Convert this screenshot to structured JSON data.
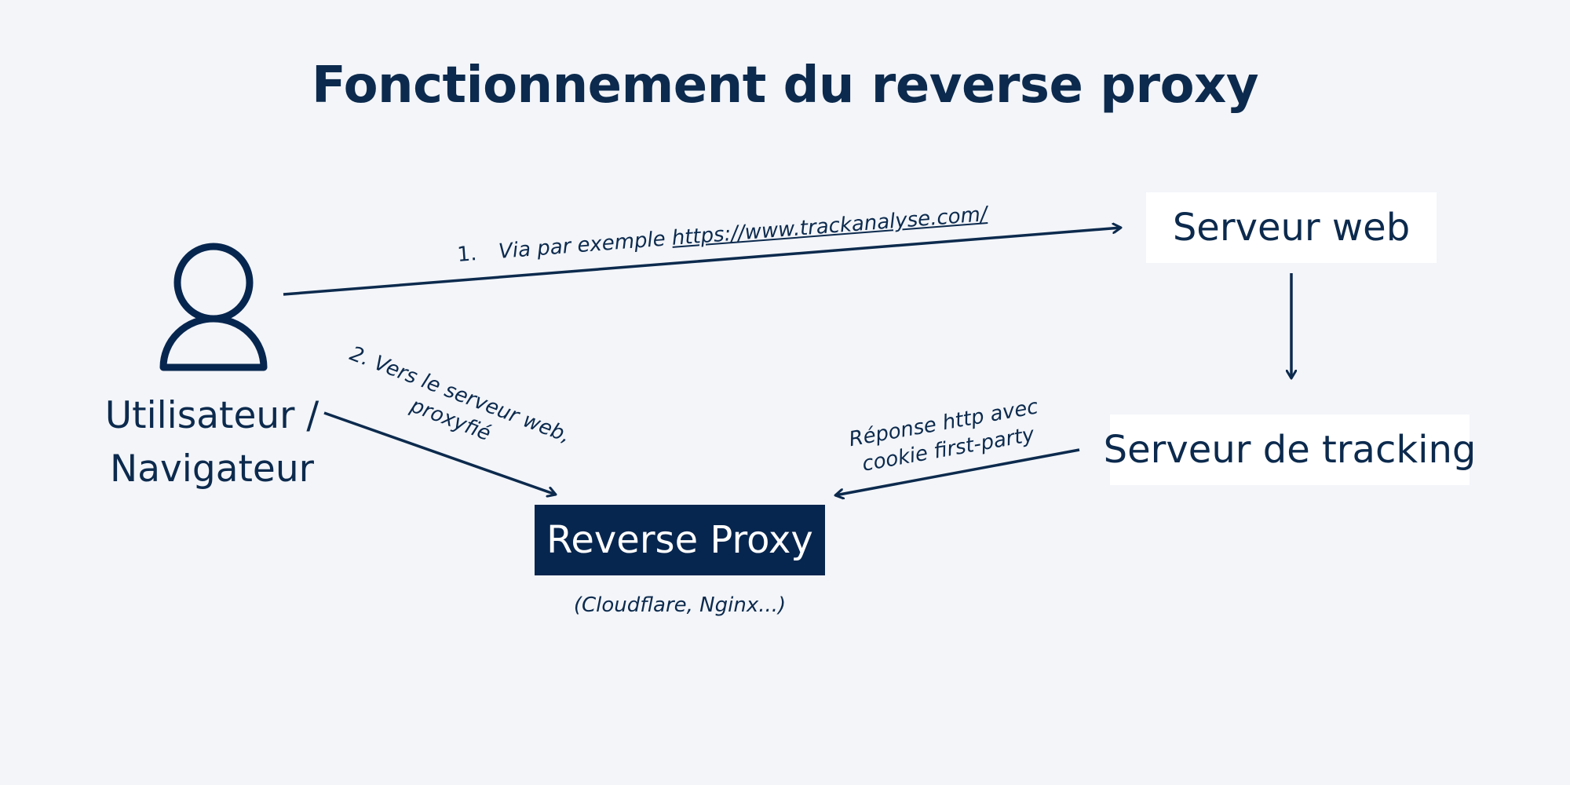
{
  "title": "Fonctionnement du reverse proxy",
  "nodes": {
    "user_line1": "Utilisateur /",
    "user_line2": "Navigateur",
    "web_server": "Serveur web",
    "tracking_server": "Serveur de tracking",
    "reverse_proxy": "Reverse Proxy",
    "reverse_proxy_note": "(Cloudflare, Nginx...)"
  },
  "edges": {
    "step1_number": "1.",
    "step1_text": "Via par exemple ",
    "step1_link": "https://www.trackanalyse.com/",
    "step2_line1": "2. Vers le serveur web,",
    "step2_line2": "proxyfié",
    "response_line1": "Réponse http avec",
    "response_line2": "cookie first-party"
  },
  "colors": {
    "background": "#f3f5f9",
    "primary": "#07264f",
    "box_light": "#ffffff"
  },
  "icons": [
    "user-icon"
  ]
}
